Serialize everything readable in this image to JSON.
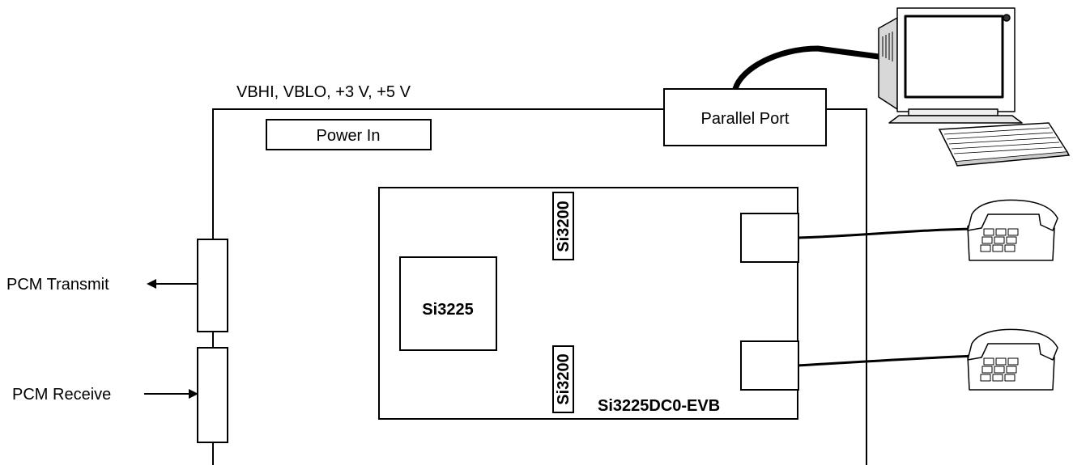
{
  "labels": {
    "power_rails": "VBHI, VBLO, +3 V, +5 V",
    "power_in": "Power In",
    "parallel_port": "Parallel Port",
    "pcm_transmit": "PCM Transmit",
    "pcm_receive": "PCM Receive",
    "main_chip": "Si3225",
    "slic_top": "Si3200",
    "slic_bottom": "Si3200",
    "board_name": "Si3225DC0-EVB"
  },
  "icons": {
    "computer": "computer-monitor-icon",
    "keyboard": "keyboard-icon",
    "phone_top": "telephone-icon",
    "phone_bottom": "telephone-icon"
  },
  "colors": {
    "line": "#000000",
    "background": "#ffffff",
    "screen": "#ffffff",
    "shade": "#d8d8d8"
  }
}
